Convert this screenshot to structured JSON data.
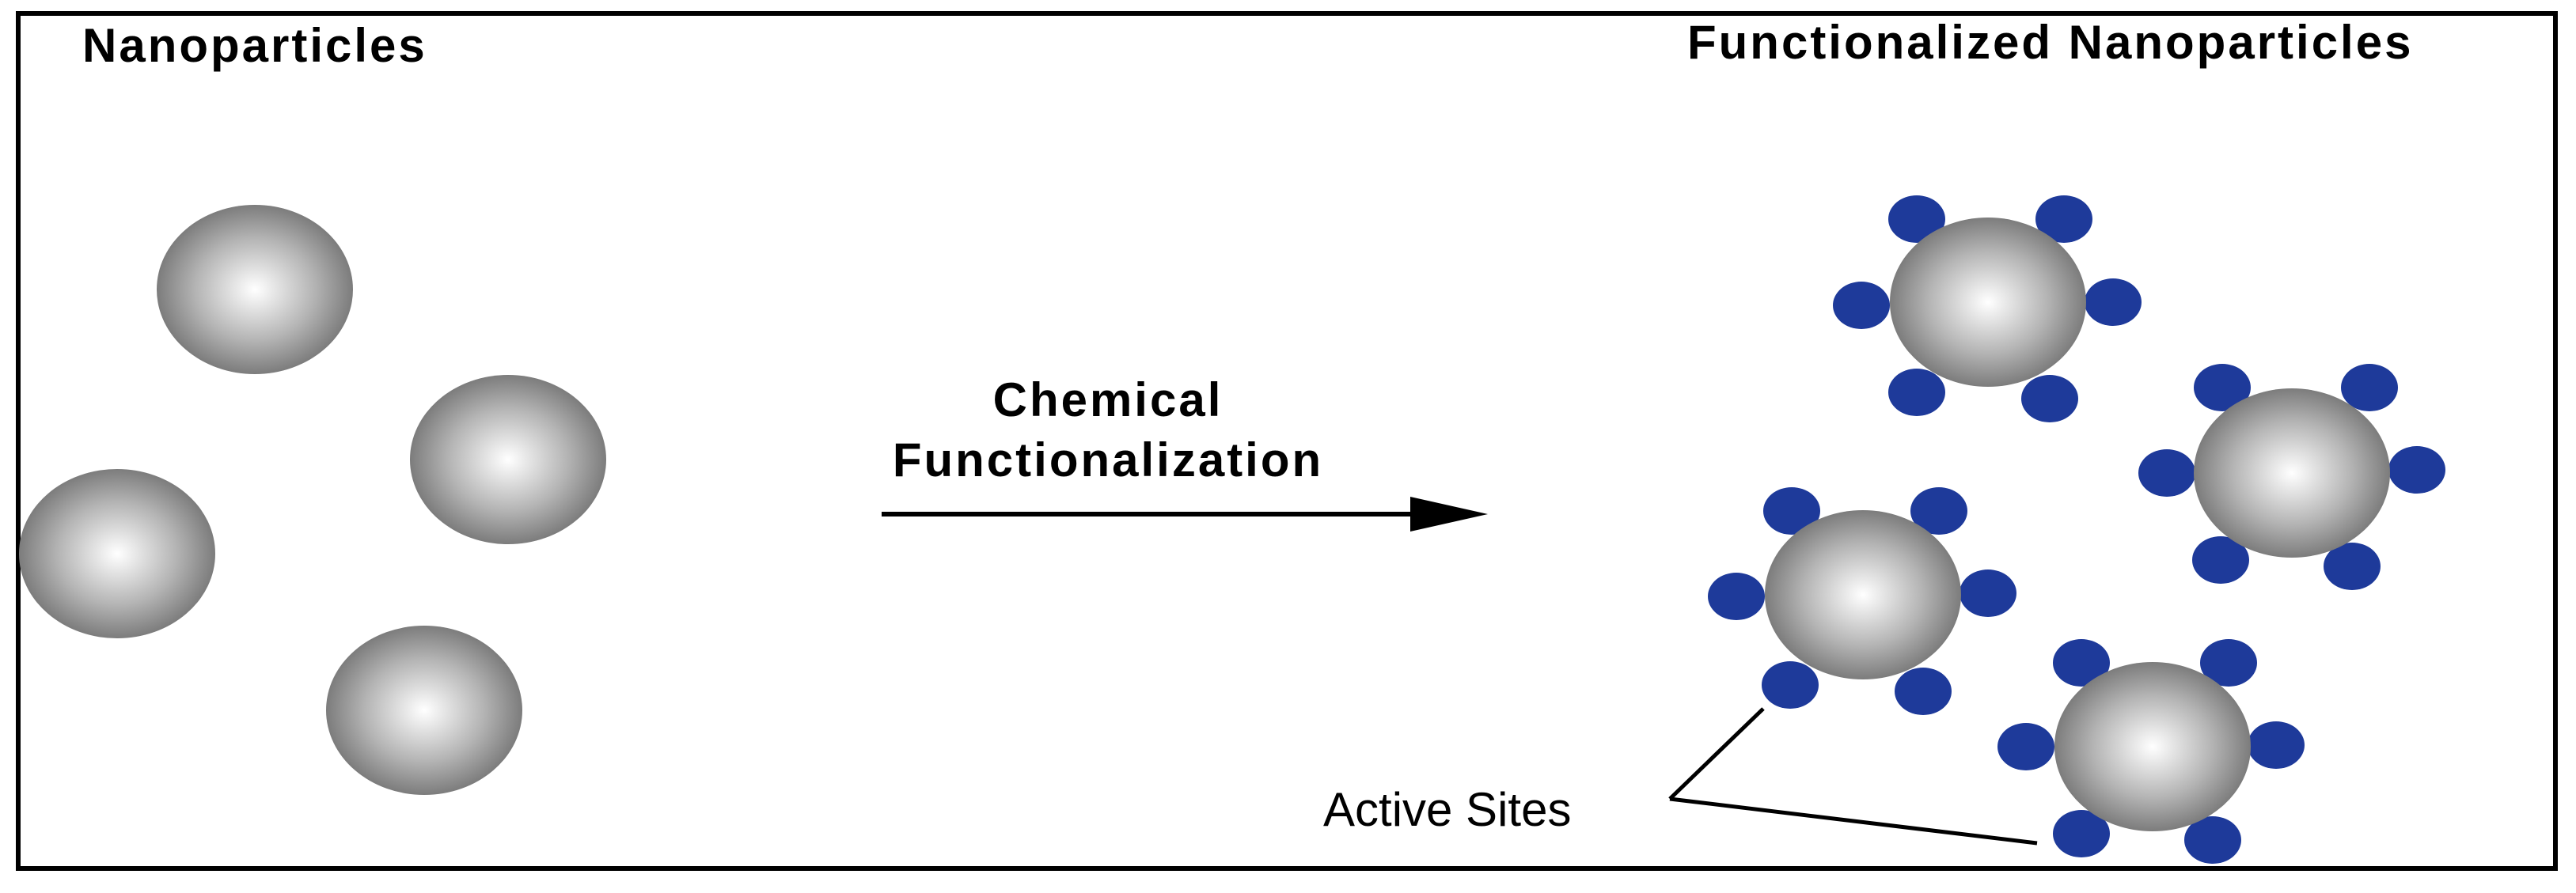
{
  "titles": {
    "left": "Nanoparticles",
    "right": "Functionalized Nanoparticles"
  },
  "process": {
    "line1": "Chemical",
    "line2": "Functionalization"
  },
  "callout": {
    "label": "Active Sites"
  },
  "colors": {
    "particle_highlight": "#ffffff",
    "particle_mid": "#b4b4b4",
    "particle_edge": "#6e6e6e",
    "active_site": "#1e3a9a",
    "frame": "#000000"
  }
}
